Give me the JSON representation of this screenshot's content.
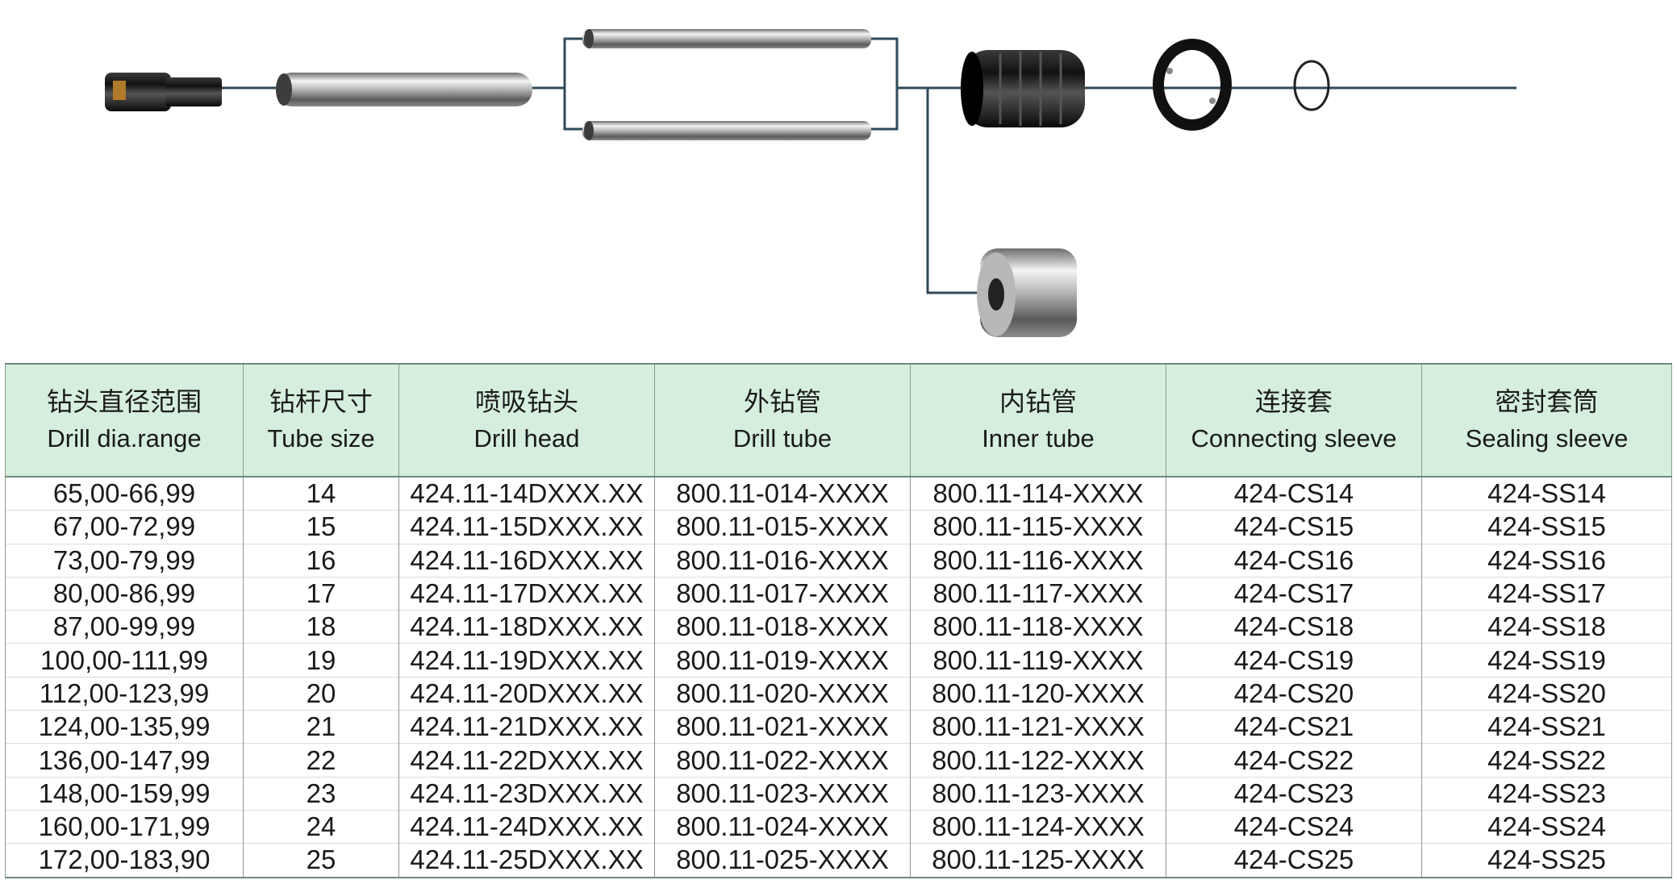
{
  "table": {
    "headers": [
      {
        "zh": "钻头直径范围",
        "en": "Drill dia.range"
      },
      {
        "zh": "钻杆尺寸",
        "en": "Tube size"
      },
      {
        "zh": "喷吸钻头",
        "en": "Drill head"
      },
      {
        "zh": "外钻管",
        "en": "Drill tube"
      },
      {
        "zh": "内钻管",
        "en": "Inner tube"
      },
      {
        "zh": "连接套",
        "en": "Connecting sleeve"
      },
      {
        "zh": "密封套筒",
        "en": "Sealing sleeve"
      }
    ],
    "rows": [
      [
        "65,00-66,99",
        "14",
        "424.11-14DXXX.XX",
        "800.11-014-XXXX",
        "800.11-114-XXXX",
        "424-CS14",
        "424-SS14"
      ],
      [
        "67,00-72,99",
        "15",
        "424.11-15DXXX.XX",
        "800.11-015-XXXX",
        "800.11-115-XXXX",
        "424-CS15",
        "424-SS15"
      ],
      [
        "73,00-79,99",
        "16",
        "424.11-16DXXX.XX",
        "800.11-016-XXXX",
        "800.11-116-XXXX",
        "424-CS16",
        "424-SS16"
      ],
      [
        "80,00-86,99",
        "17",
        "424.11-17DXXX.XX",
        "800.11-017-XXXX",
        "800.11-117-XXXX",
        "424-CS17",
        "424-SS17"
      ],
      [
        "87,00-99,99",
        "18",
        "424.11-18DXXX.XX",
        "800.11-018-XXXX",
        "800.11-118-XXXX",
        "424-CS18",
        "424-SS18"
      ],
      [
        "100,00-111,99",
        "19",
        "424.11-19DXXX.XX",
        "800.11-019-XXXX",
        "800.11-119-XXXX",
        "424-CS19",
        "424-SS19"
      ],
      [
        "112,00-123,99",
        "20",
        "424.11-20DXXX.XX",
        "800.11-020-XXXX",
        "800.11-120-XXXX",
        "424-CS20",
        "424-SS20"
      ],
      [
        "124,00-135,99",
        "21",
        "424.11-21DXXX.XX",
        "800.11-021-XXXX",
        "800.11-121-XXXX",
        "424-CS21",
        "424-SS21"
      ],
      [
        "136,00-147,99",
        "22",
        "424.11-22DXXX.XX",
        "800.11-022-XXXX",
        "800.11-122-XXXX",
        "424-CS22",
        "424-SS22"
      ],
      [
        "148,00-159,99",
        "23",
        "424.11-23DXXX.XX",
        "800.11-023-XXXX",
        "800.11-123-XXXX",
        "424-CS23",
        "424-SS23"
      ],
      [
        "160,00-171,99",
        "24",
        "424.11-24DXXX.XX",
        "800.11-024-XXXX",
        "800.11-124-XXXX",
        "424-CS24",
        "424-SS24"
      ],
      [
        "172,00-183,90",
        "25",
        "424.11-25DXXX.XX",
        "800.11-025-XXXX",
        "800.11-125-XXXX",
        "424-CS25",
        "424-SS25"
      ]
    ]
  },
  "colors": {
    "header_bg": "#d6eedd",
    "connector_line": "#2f4a5a",
    "metal_dark": "#111111"
  }
}
